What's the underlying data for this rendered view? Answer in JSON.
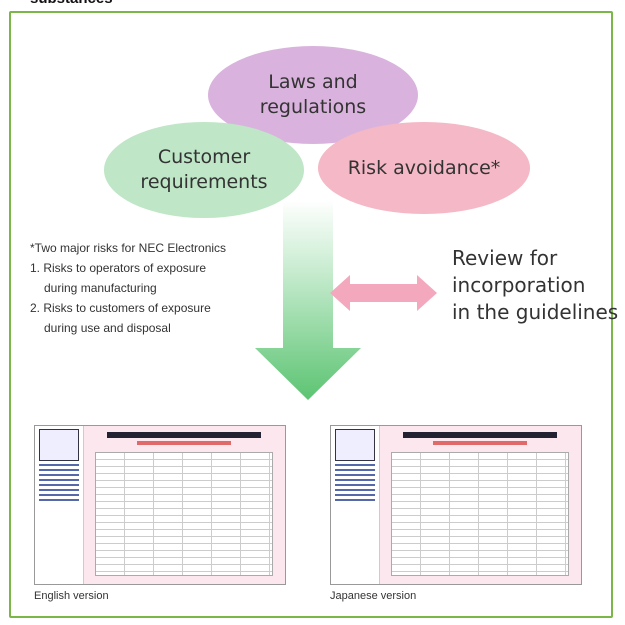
{
  "heading_fragment": "substances",
  "ellipses": {
    "laws": "Laws and regulations",
    "customer": "Customer requirements",
    "risk": "Risk avoidance*"
  },
  "notes": {
    "title": "*Two major risks for NEC Electronics",
    "item1_line1": "1. Risks to operators of exposure",
    "item1_line2": "during manufacturing",
    "item2_line1": "2. Risks to customers of exposure",
    "item2_line2": "during use and disposal"
  },
  "review": {
    "line1": "Review for",
    "line2": "incorporation",
    "line3": "in the guidelines"
  },
  "screenshots": {
    "english_caption": "English version",
    "japanese_caption": "Japanese version"
  },
  "colors": {
    "border": "#7ab648",
    "laws": "#d9b3dd",
    "customer": "#bfe6c6",
    "risk": "#f4b8c6",
    "down_arrow": "#5cc472",
    "double_arrow": "#f3a8bd"
  }
}
